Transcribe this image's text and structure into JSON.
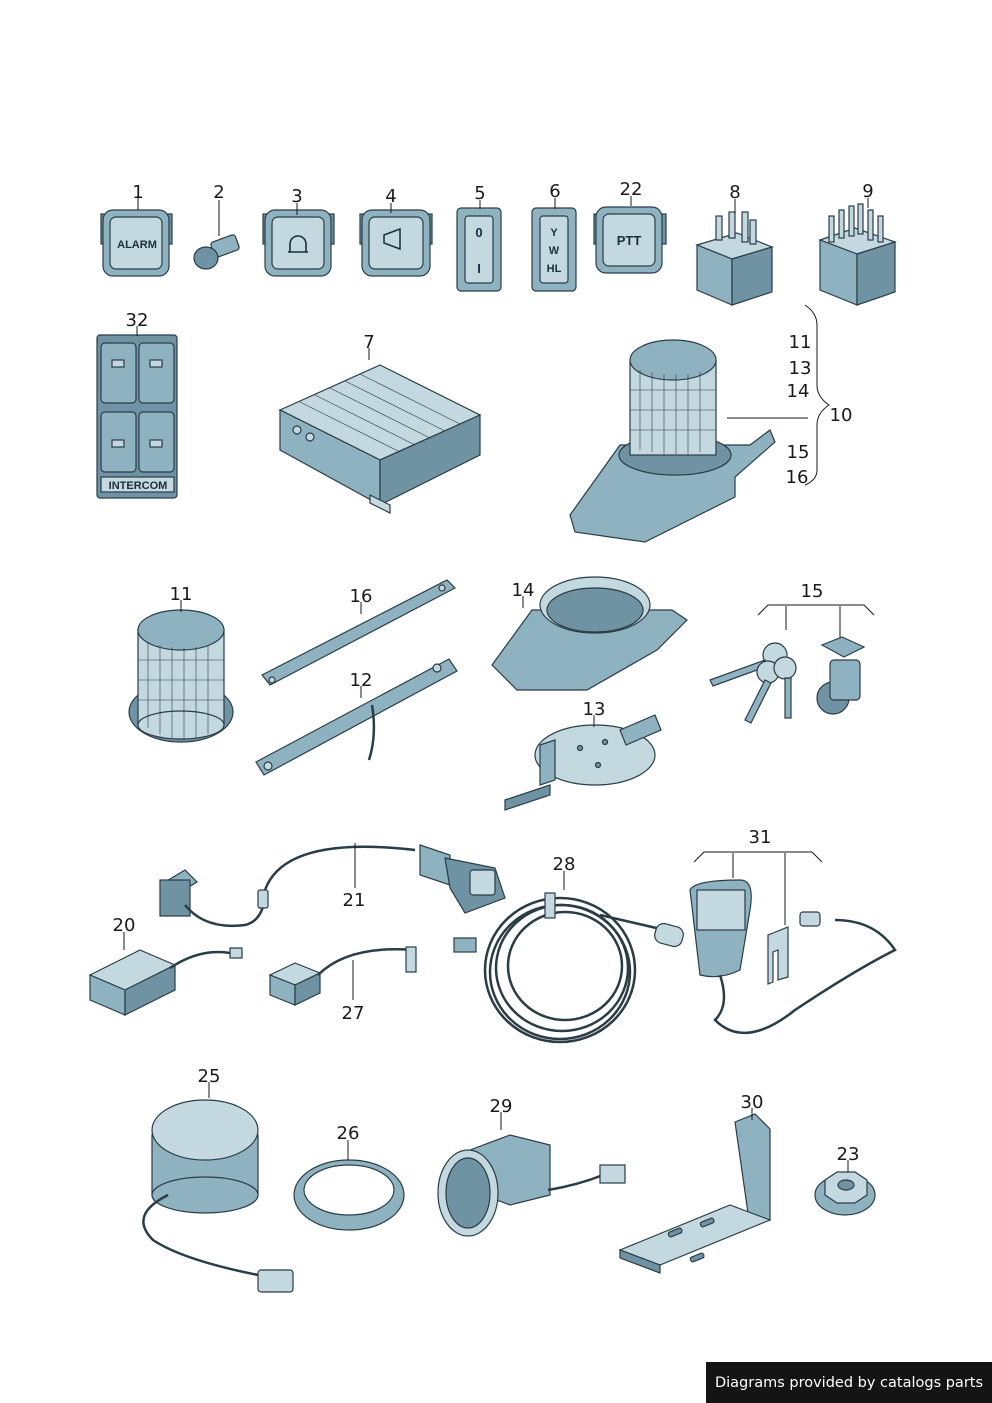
{
  "callouts": {
    "c1": "1",
    "c2": "2",
    "c3": "3",
    "c4": "4",
    "c5": "5",
    "c6": "6",
    "c22": "22",
    "c8": "8",
    "c9": "9",
    "c32": "32",
    "c7": "7",
    "c11a": "11",
    "c13a": "13",
    "c14a": "14",
    "c10": "10",
    "c15a": "15",
    "c16a": "16",
    "c11": "11",
    "c16": "16",
    "c12": "12",
    "c14": "14",
    "c15": "15",
    "c13": "13",
    "c21": "21",
    "c20": "20",
    "c27": "27",
    "c28": "28",
    "c31": "31",
    "c25": "25",
    "c26": "26",
    "c29": "29",
    "c30": "30",
    "c23": "23"
  },
  "switch_labels": {
    "alarm": "ALARM",
    "rocker_5_top": "0",
    "rocker_5_bottom": "I",
    "rocker_6_y": "Y",
    "rocker_6_w": "W",
    "rocker_6_hl": "HL",
    "ptt": "PTT",
    "intercom": "INTERCOM"
  },
  "footer": {
    "credit": "Diagrams provided by catalogs parts"
  },
  "colors": {
    "part_fill": "#8fb2c1",
    "part_dark": "#6f93a3",
    "part_light": "#c4d8e0",
    "outline": "#2a3d47"
  }
}
